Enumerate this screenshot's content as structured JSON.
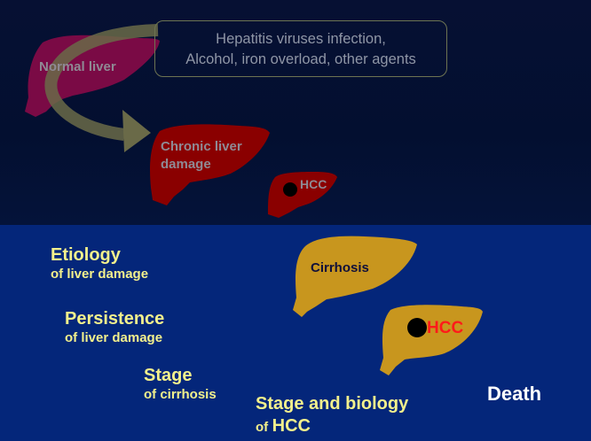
{
  "colors": {
    "top_background": "#030f30",
    "bottom_background": "#04267a",
    "normal_liver": "#7a0a45",
    "chronic_liver": "#8a0000",
    "arrow": "#6a6a48",
    "cirrhosis_liver": "#c8961e",
    "factor_text": "#f3f08c",
    "hcc_red": "#ff1a1a",
    "death_text": "#ffffff"
  },
  "top_section": {
    "cause_box": {
      "line1": "Hepatitis viruses infection,",
      "line2": "Alcohol, iron overload, other agents"
    },
    "normal_liver_label": "Normal liver",
    "chronic_liver_label_line1": "Chronic liver",
    "chronic_liver_label_line2": "damage",
    "small_hcc_label": "HCC"
  },
  "bottom_section": {
    "cirrhosis_label": "Cirrhosis",
    "hcc_label": "HCC",
    "death_label": "Death",
    "factors": [
      {
        "title": "Etiology",
        "subtitle": "of liver damage"
      },
      {
        "title": "Persistence",
        "subtitle": "of liver damage"
      },
      {
        "title": "Stage",
        "subtitle": "of cirrhosis"
      },
      {
        "title": "Stage and biology",
        "subtitle_prefix": "of",
        "subtitle_emph": "HCC"
      }
    ]
  }
}
